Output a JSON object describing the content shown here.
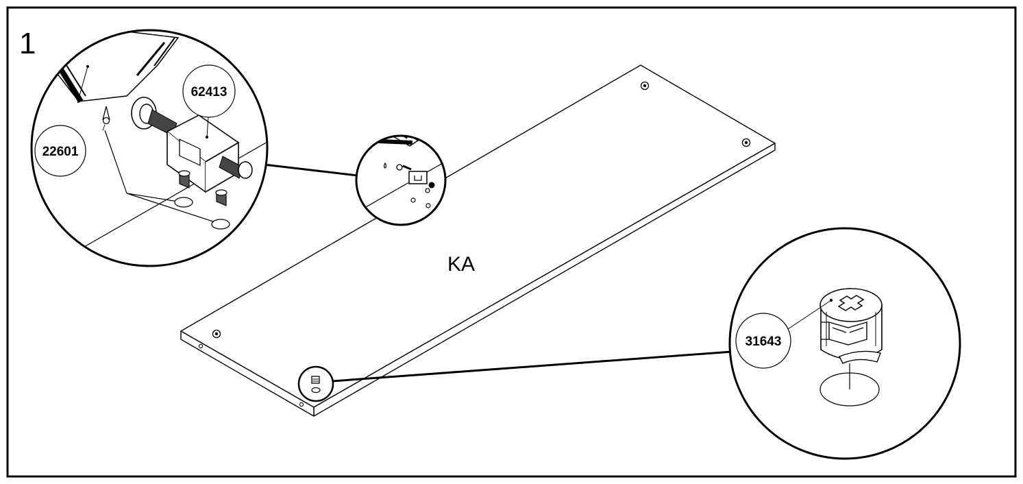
{
  "step_number": "1",
  "panel_label": "KA",
  "parts": {
    "dowel": "22601",
    "connector": "62413",
    "cam_lock": "31643"
  }
}
